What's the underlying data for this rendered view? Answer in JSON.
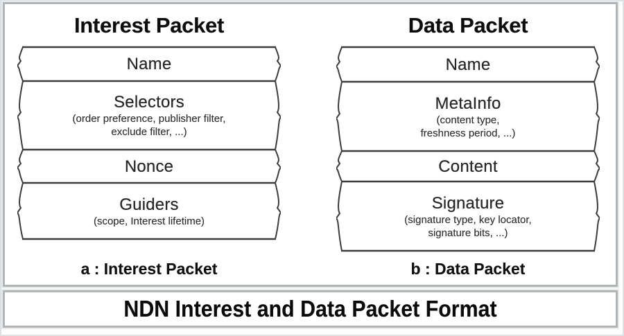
{
  "figure": {
    "bottom_title": "NDN Interest and Data Packet Format"
  },
  "packets": [
    {
      "title": "Interest Packet",
      "caption": "a : Interest Packet",
      "rows": [
        {
          "label": "Name",
          "sublines": []
        },
        {
          "label": "Selectors",
          "sublines": [
            "(order preference, publisher filter,",
            "exclude filter, ...)"
          ]
        },
        {
          "label": "Nonce",
          "sublines": []
        },
        {
          "label": "Guiders",
          "sublines": [
            "(scope, Interest lifetime)"
          ]
        }
      ]
    },
    {
      "title": "Data Packet",
      "caption": "b : Data Packet",
      "rows": [
        {
          "label": "Name",
          "sublines": []
        },
        {
          "label": "MetaInfo",
          "sublines": [
            "(content type,",
            "freshness period, ...)"
          ]
        },
        {
          "label": "Content",
          "sublines": []
        },
        {
          "label": "Signature",
          "sublines": [
            "(signature type, key locator,",
            "signature bits, ...)"
          ]
        }
      ]
    }
  ],
  "colors": {
    "box_line": "#3c3c3c",
    "frame_gray": "#b2b5b7",
    "text": "#262626",
    "background": "#ffffff"
  }
}
